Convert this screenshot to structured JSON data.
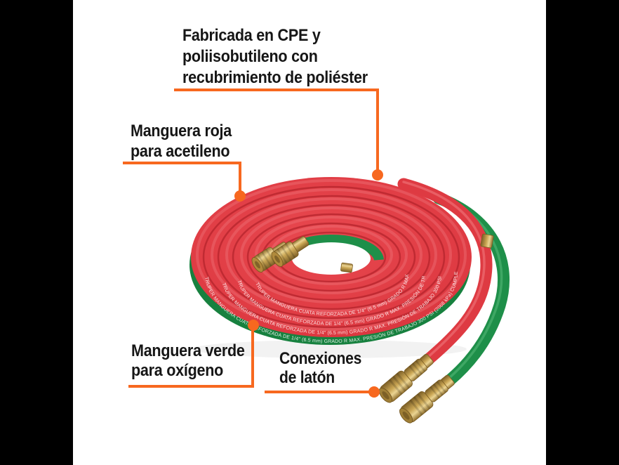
{
  "style": {
    "accent": "#F7681F",
    "text_color": "#161616",
    "red_hose": "#DE3A42",
    "green_hose": "#1E8F49",
    "brass": "#C9A553",
    "stage_bg": "#FFFFFF",
    "frame_bars": "#000000"
  },
  "callouts": {
    "material": {
      "line1": "Fabricada en CPE y",
      "line2": "poliisobutileno con",
      "line3": "recubrimiento de poliéster"
    },
    "red_hose": {
      "line1": "Manguera roja",
      "line2": "para acetileno"
    },
    "green_hose": {
      "line1": "Manguera verde",
      "line2": "para oxígeno"
    },
    "brass": {
      "line1": "Conexiones",
      "line2": "de latón"
    }
  },
  "hose_print": "TRUPER MANGUERA CUATA REFORZADA DE 1/4\" (6.5 mm) GRADO R MAX. PRESIÓN DE TRABAJO 300 PSI (2068 kPa) CUMPLE CON RMA/CGA"
}
